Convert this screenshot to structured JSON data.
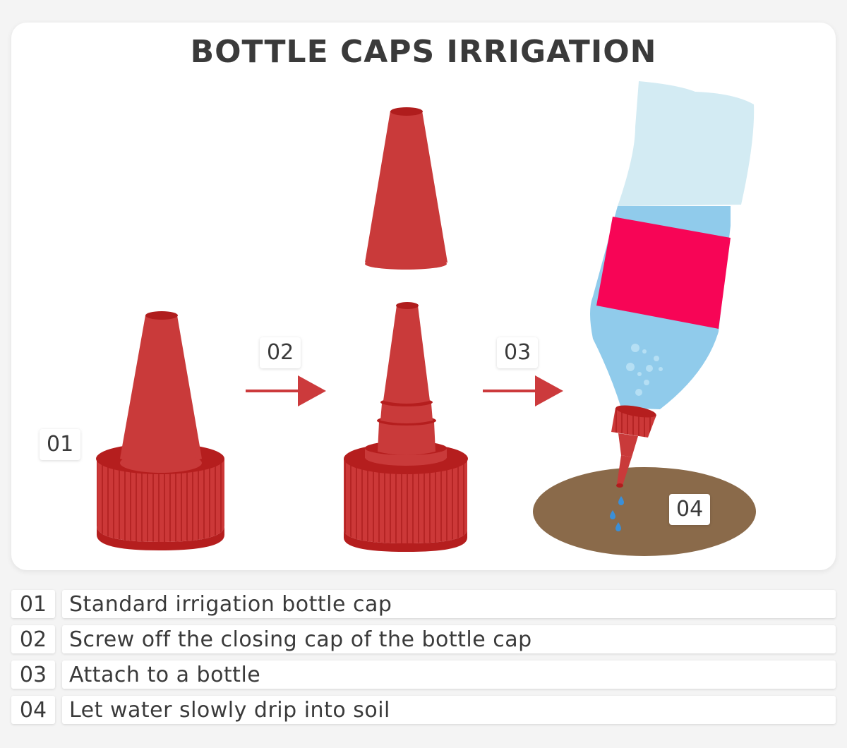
{
  "title": "BOTTLE CAPS IRRIGATION",
  "colors": {
    "cap_red": "#c93a3a",
    "cap_dark_red": "#b51e1e",
    "arrow_red": "#cc3a3c",
    "bottle_light": "#d3ebf3",
    "bottle_water": "#90cbeb",
    "label_pink": "#f70556",
    "soil_brown": "#8a6a4a",
    "drop_blue": "#3a8fd8",
    "text_dark": "#3a3a3a"
  },
  "tags": {
    "t01": "01",
    "t02": "02",
    "t03": "03",
    "t04": "04"
  },
  "steps": [
    {
      "num": "01",
      "text": "Standard irrigation bottle cap"
    },
    {
      "num": "02",
      "text": "Screw off the closing cap of the bottle cap"
    },
    {
      "num": "03",
      "text": "Attach to a bottle"
    },
    {
      "num": "04",
      "text": "Let water slowly drip into soil"
    }
  ]
}
